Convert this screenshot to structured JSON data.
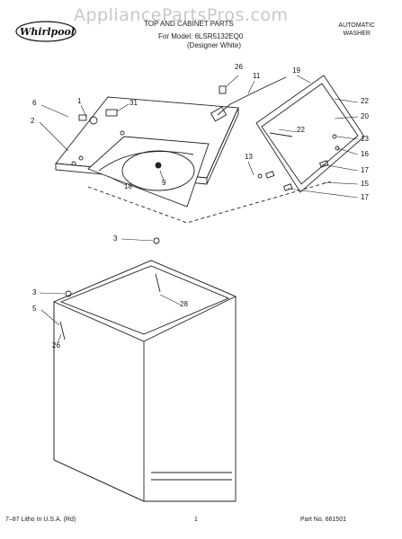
{
  "watermark": "AppliancePartsPros.com",
  "logo": "Whirlpool",
  "header": {
    "title_line1": "TOP AND CABINET PARTS",
    "title_line2": "For Model: 6LSR5132EQ0",
    "title_line3": "(Designer White)",
    "product_line1": "AUTOMATIC",
    "product_line2": "WASHER"
  },
  "callouts": {
    "c26a": "26",
    "c11": "11",
    "c19": "19",
    "c22a": "22",
    "c20": "20",
    "c22b": "22",
    "c13a": "13",
    "c16": "16",
    "c17a": "17",
    "c13b": "13",
    "c15": "15",
    "c17b": "17",
    "c6": "6",
    "c1": "1",
    "c31": "31",
    "c2": "2",
    "c18": "18",
    "c9": "9",
    "c3a": "3",
    "c3b": "3",
    "c28": "28",
    "c5": "5",
    "c26b": "26"
  },
  "footer": {
    "left": "7–87 Litho In U.S.A. (Rd)",
    "page": "1",
    "part": "Part No. 661501"
  }
}
